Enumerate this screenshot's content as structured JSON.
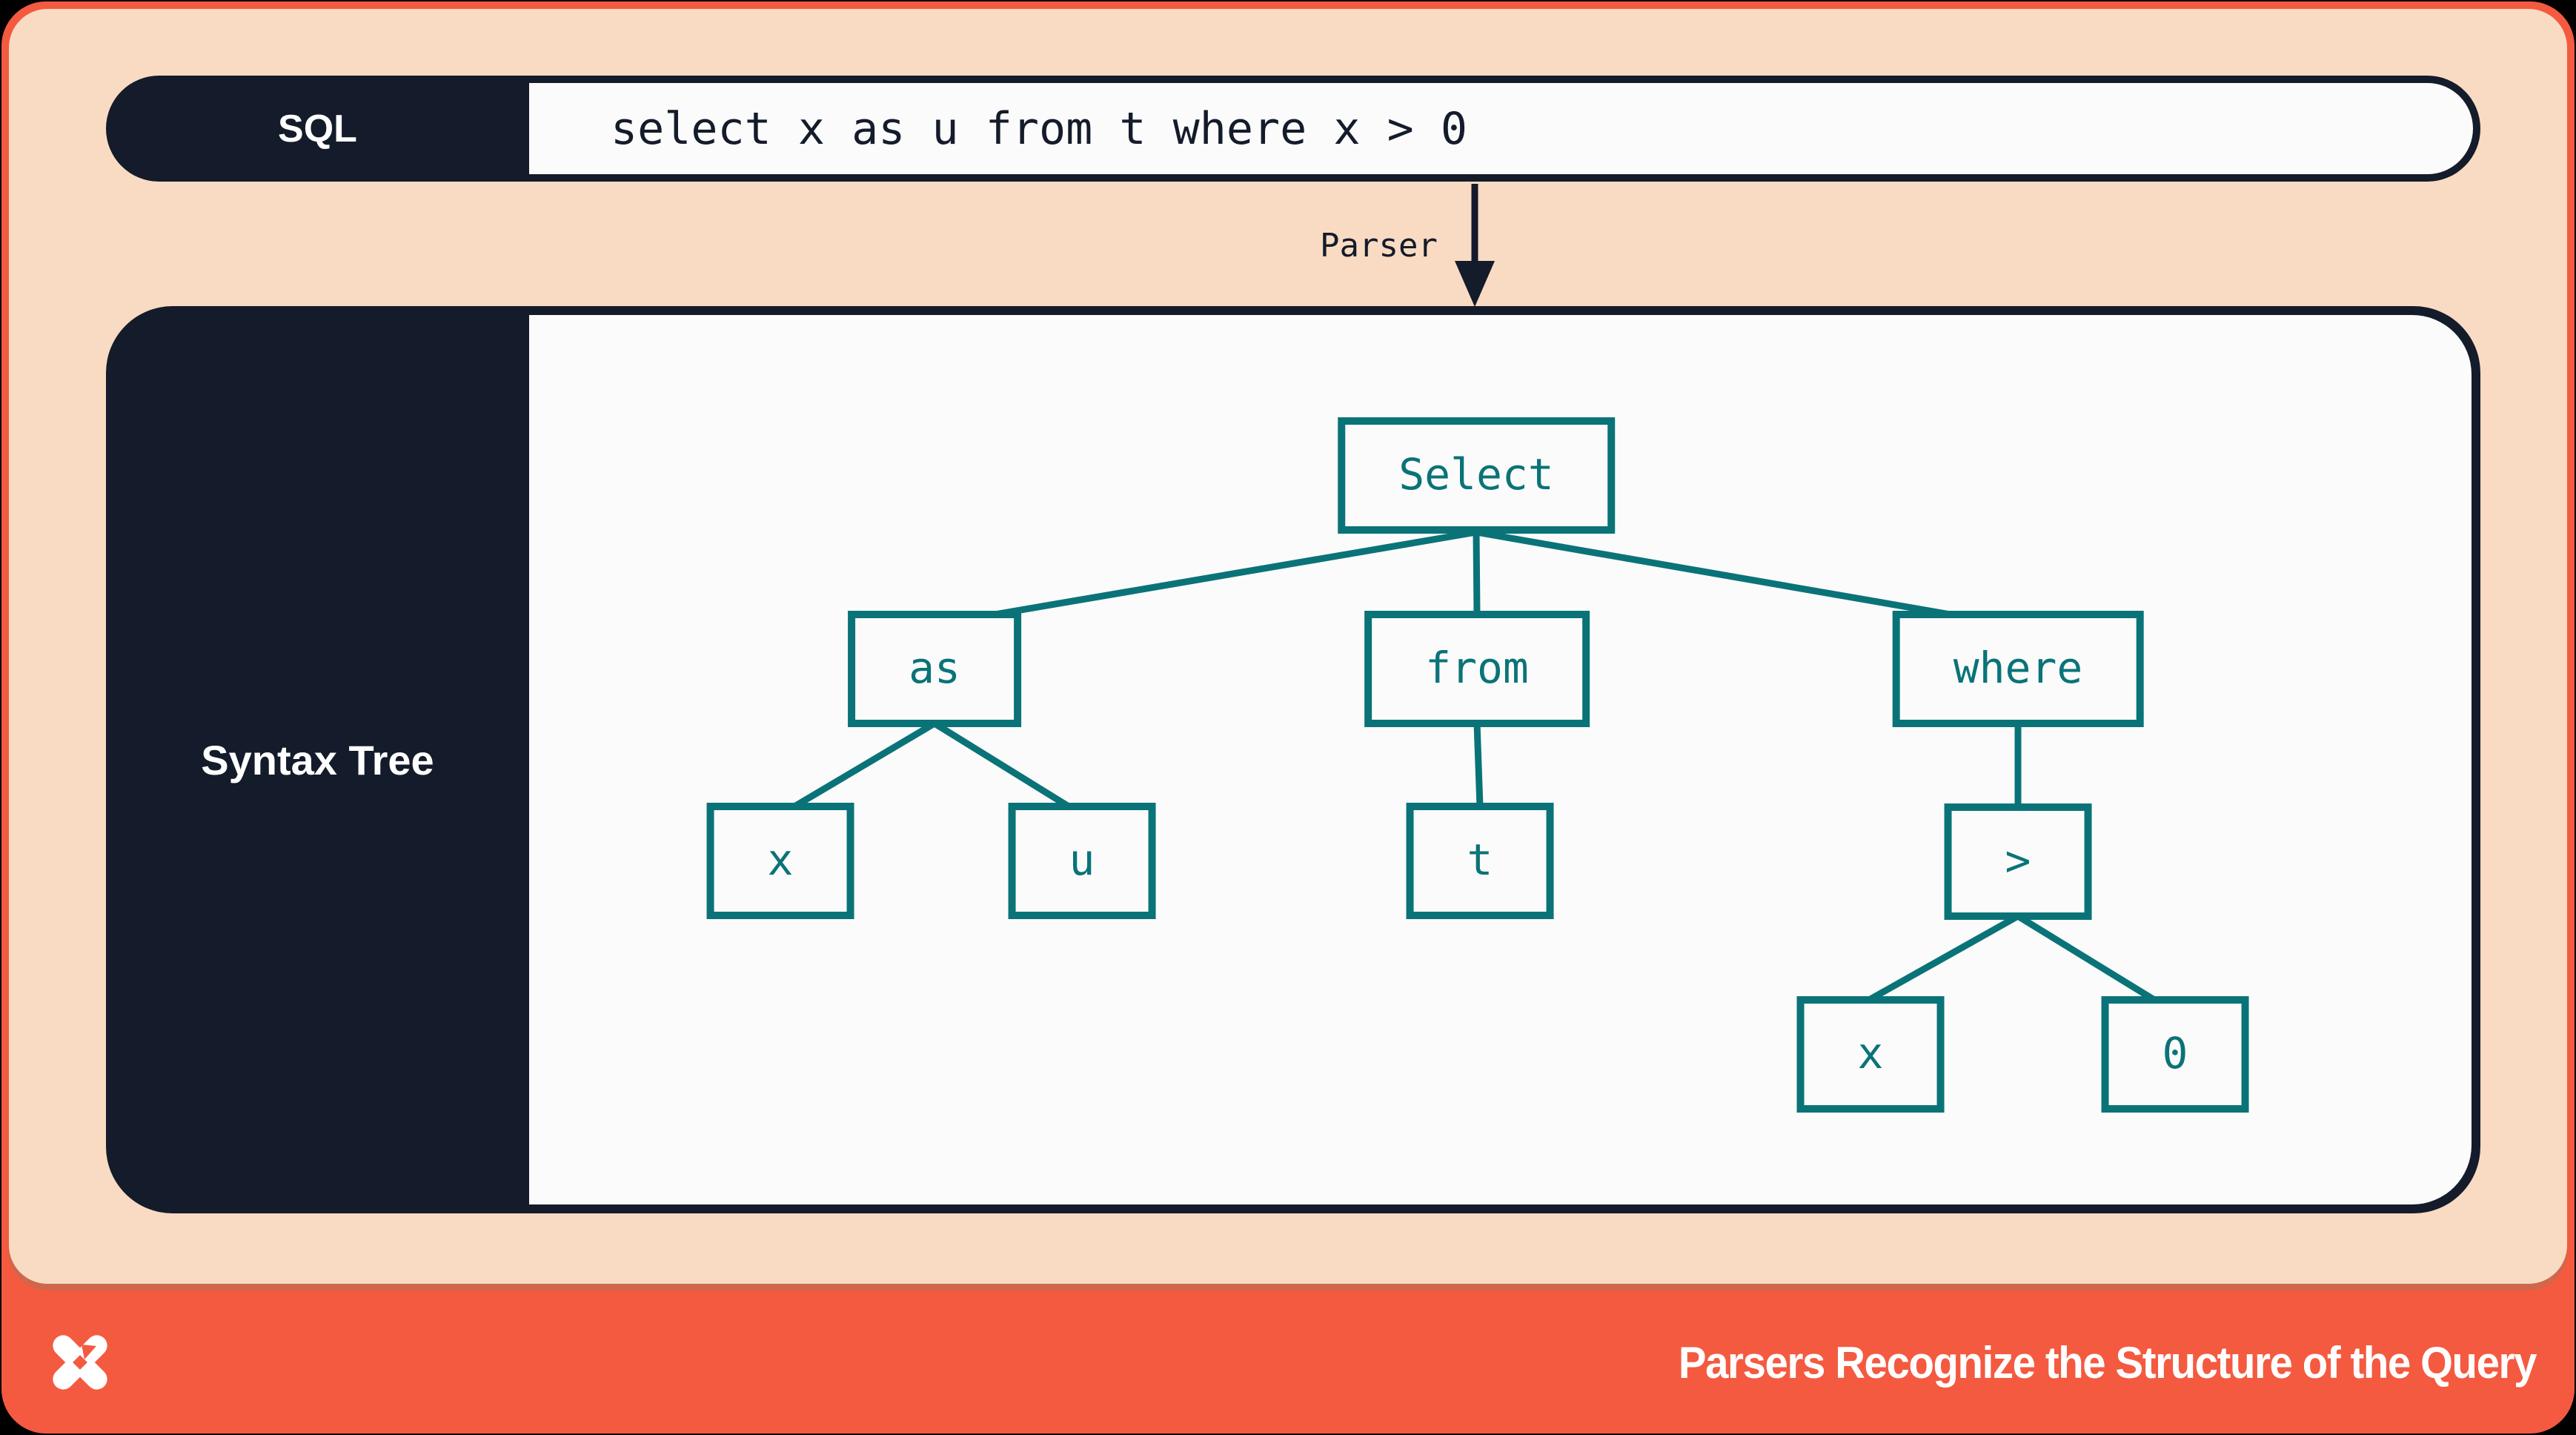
{
  "slide": {
    "sql_bar": {
      "label": "SQL",
      "query": "select x as u from t where x > 0"
    },
    "parser_arrow": {
      "label": "Parser"
    },
    "tree_panel": {
      "label": "Syntax Tree"
    },
    "footer": {
      "caption": "Parsers Recognize the Structure of the Query",
      "logo": "dolt-x-logo"
    }
  },
  "tree": {
    "nodes": {
      "select": {
        "label": "Select"
      },
      "as": {
        "label": "as"
      },
      "from": {
        "label": "from"
      },
      "where": {
        "label": "where"
      },
      "x1": {
        "label": "x"
      },
      "u": {
        "label": "u"
      },
      "t": {
        "label": "t"
      },
      "gt": {
        "label": ">"
      },
      "x2": {
        "label": "x"
      },
      "zero": {
        "label": "0"
      }
    },
    "edges": [
      [
        "select",
        "as"
      ],
      [
        "select",
        "from"
      ],
      [
        "select",
        "where"
      ],
      [
        "as",
        "x1"
      ],
      [
        "as",
        "u"
      ],
      [
        "from",
        "t"
      ],
      [
        "where",
        "gt"
      ],
      [
        "gt",
        "x2"
      ],
      [
        "gt",
        "zero"
      ]
    ]
  },
  "colors": {
    "frame_orange": "#f45a40",
    "background_peach": "#f8dbc2",
    "panel_navy": "#141b2a",
    "node_teal": "#0a7378",
    "surface_white": "#fbfbfb",
    "sheet_edge_orange": "#d0664a",
    "canvas_black": "#000000"
  }
}
